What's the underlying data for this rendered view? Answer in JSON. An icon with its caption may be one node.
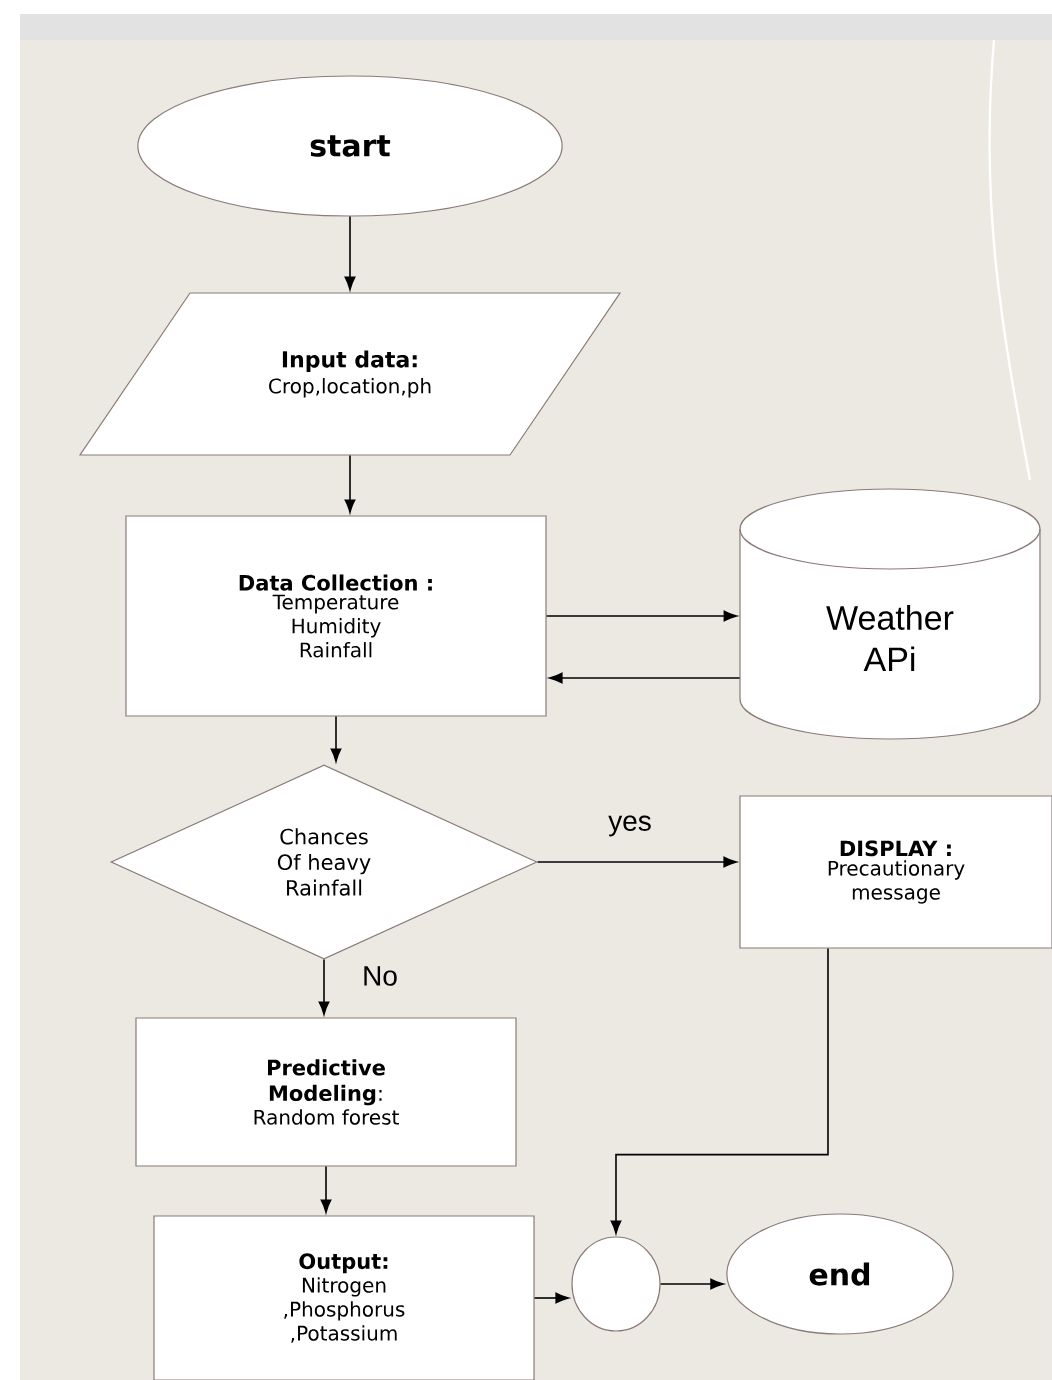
{
  "diagram": {
    "nodes": [
      {
        "text": [
          "start"
        ]
      },
      {
        "text": [
          "Input data:",
          "Crop,location,ph"
        ]
      },
      {
        "text": [
          "Data Collection :",
          "Temperature Humidity Rainfall"
        ]
      },
      {
        "text": [
          "Weather APi"
        ]
      },
      {
        "text": [
          "Chances Of heavy Rainfall"
        ]
      },
      {
        "text": [
          "DISPLAY :",
          "Precautionary message"
        ]
      },
      {
        "text": [
          "**Predictive Modeling**:",
          "Random forest"
        ]
      },
      {
        "text": [
          "Output:",
          "Nitrogen ,Phosphorus ,Potassium"
        ]
      },
      {
        "text": [],
        "shape": "circle"
      },
      {
        "text": [
          "end"
        ]
      }
    ],
    "edges": [
      {
        "from": 0,
        "to": 1,
        "arrow": "to"
      },
      {
        "from": 1,
        "to": 2,
        "arrow": "to"
      },
      {
        "from": 2,
        "to": 3,
        "arrow": "to"
      },
      {
        "from": 3,
        "to": 2,
        "arrow": "to"
      },
      {
        "from": 2,
        "to": 4,
        "arrow": "to"
      },
      {
        "from": 4,
        "to": 5,
        "arrow": "to",
        "label": "yes"
      },
      {
        "from": 4,
        "to": 6,
        "arrow": "to",
        "label": "No"
      },
      {
        "from": 6,
        "to": 7,
        "arrow": "to"
      },
      {
        "from": 7,
        "to": 8,
        "arrow": "to"
      },
      {
        "from": 5,
        "to": 8,
        "arrow": "to"
      },
      {
        "from": 8,
        "to": 9,
        "arrow": "to"
      }
    ]
  }
}
